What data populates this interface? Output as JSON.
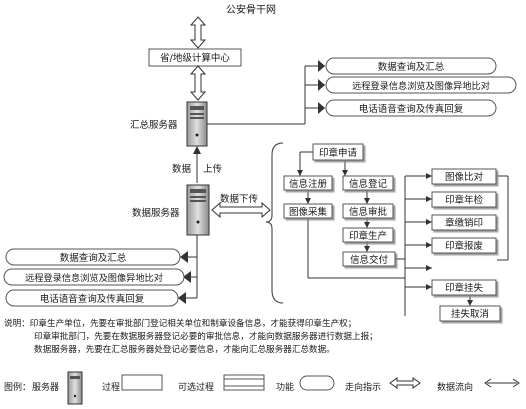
{
  "header": {
    "title": "公安骨干网"
  },
  "nodes": {
    "center": "省/地级计算中心",
    "summary_server": "汇总服务器",
    "data_server": "数据服务器"
  },
  "edge_labels": {
    "data": "数据",
    "upload": "上传",
    "download": "数据下传"
  },
  "services_top": [
    "数据查询及汇总",
    "远程登录信息浏览及图像异地比对",
    "电话语音查询及传真回复"
  ],
  "services_left": [
    "数据查询及汇总",
    "远程登录信息浏览及图像异地比对",
    "电话语音查询及传真回复"
  ],
  "process": {
    "apply": "印章申请",
    "register_info": "信息注册",
    "image_capture": "图像采集",
    "info_register": "信息登记",
    "info_review": "信息审批",
    "seal_production": "印章生产",
    "info_delivery": "信息交付"
  },
  "functions": [
    "图像比对",
    "印章年检",
    "章缴销印",
    "印章报废",
    "印章挂失",
    "挂失取消"
  ],
  "notes": {
    "label": "说明：",
    "line1": "印章生产单位，先要在审批部门登记相关单位和制章设备信息，才能获得印章生产权；",
    "line2": "印章审批部门，先要在数据服务器登记必要的审批信息，才能向数据服务器进行数据上报；",
    "line3": "数据服务器，先要在汇总服务器处登记必要信息，才能向汇总服务器汇总数据。"
  },
  "legend": {
    "label": "图例：",
    "server": "服务器",
    "process": "过程",
    "optional_process": "可选过程",
    "function": "功能",
    "direction": "走向指示",
    "data_flow": "数据流向"
  }
}
